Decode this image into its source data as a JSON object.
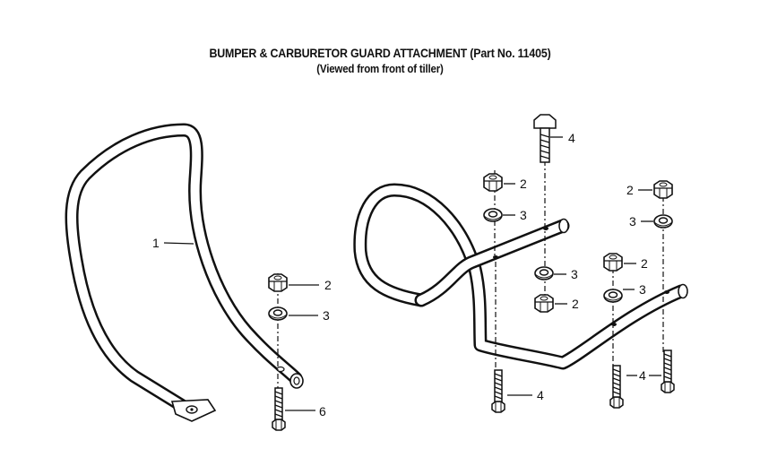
{
  "title": {
    "line1": "BUMPER & CARBURETOR GUARD ATTACHMENT (Part No. 11405)",
    "line2": "(Viewed from front of tiller)"
  },
  "callouts": {
    "part1": "1",
    "nut_left": "2",
    "washer_left": "3",
    "bolt_left": "6",
    "bolt_top": "4",
    "nut_center_top": "2",
    "washer_center_top": "3",
    "washer_center_low": "3",
    "nut_center_low": "2",
    "nut_right_mid": "2",
    "washer_right_mid": "3",
    "nut_right_top": "2",
    "washer_right_top": "3",
    "bolt_bottom_center": "4",
    "bolt_bottom_right": "4"
  }
}
